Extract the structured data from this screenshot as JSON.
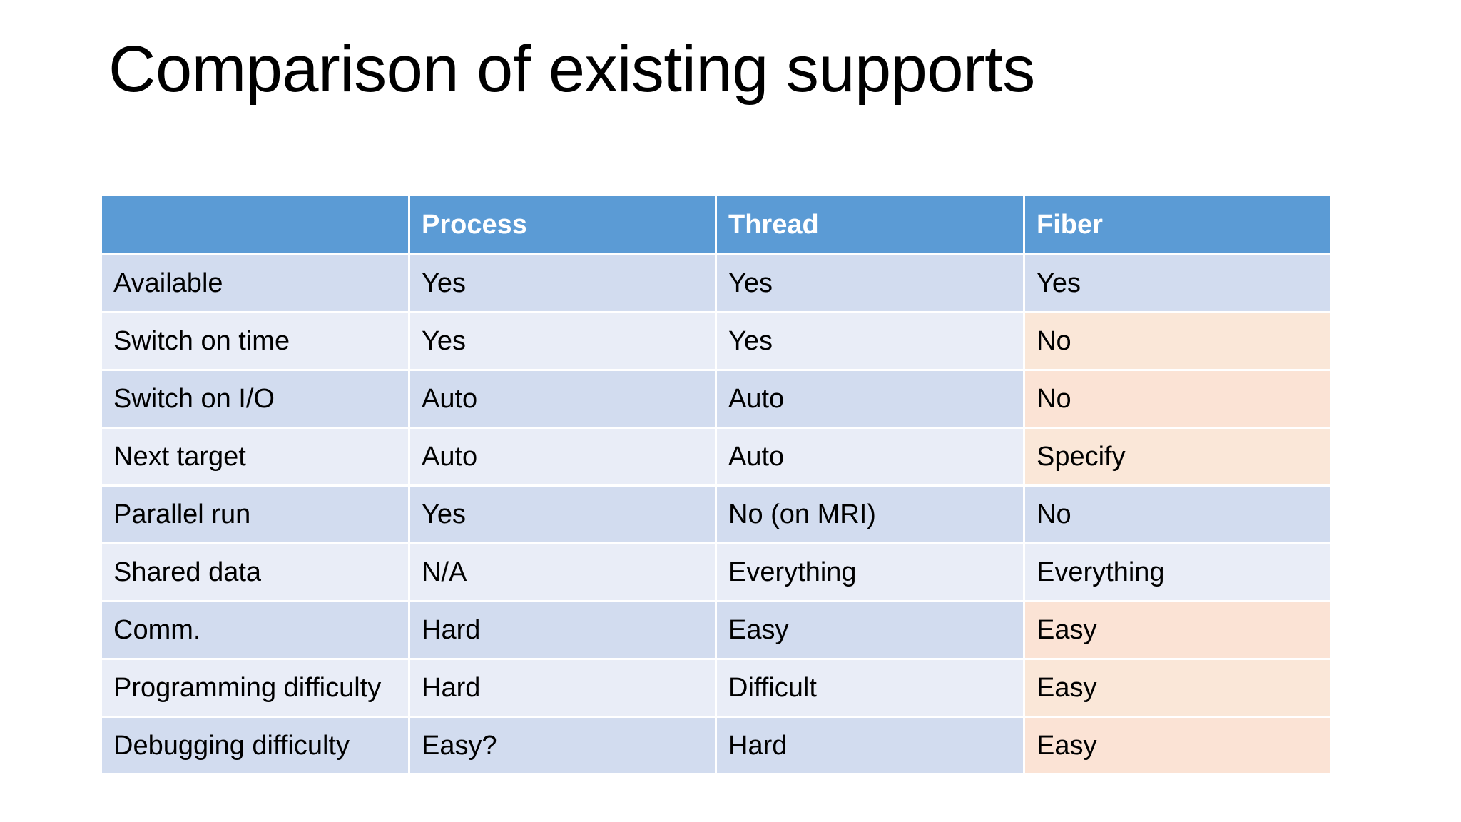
{
  "slide": {
    "title": "Comparison of existing supports"
  },
  "colors": {
    "header_blue": "#5B9BD5",
    "row_band_dark": "#D2DCEF",
    "row_band_light": "#E9EDF7",
    "highlight_peach_dark": "#FBE3D5",
    "highlight_peach_light": "#FAE7D8",
    "text": "#000000",
    "header_text": "#FFFFFF",
    "background": "#FFFFFF"
  },
  "table": {
    "headers": [
      "",
      "Process",
      "Thread",
      "Fiber"
    ],
    "rows": [
      {
        "label": "Available",
        "label_small": false,
        "cells": [
          {
            "text": "Yes",
            "bold": false,
            "highlight": false
          },
          {
            "text": "Yes",
            "bold": false,
            "highlight": false
          },
          {
            "text": "Yes",
            "bold": false,
            "highlight": false
          }
        ]
      },
      {
        "label": "Switch on time",
        "label_small": true,
        "cells": [
          {
            "text": "Yes",
            "bold": false,
            "highlight": false
          },
          {
            "text": "Yes",
            "bold": false,
            "highlight": false
          },
          {
            "text": "No",
            "bold": true,
            "highlight": true
          }
        ]
      },
      {
        "label": "Switch on I/O",
        "label_small": true,
        "cells": [
          {
            "text": "Auto",
            "bold": false,
            "highlight": false
          },
          {
            "text": "Auto",
            "bold": false,
            "highlight": false
          },
          {
            "text": "No",
            "bold": true,
            "highlight": true
          }
        ]
      },
      {
        "label": "Next target",
        "label_small": false,
        "cells": [
          {
            "text": "Auto",
            "bold": false,
            "highlight": false
          },
          {
            "text": "Auto",
            "bold": false,
            "highlight": false
          },
          {
            "text": "Specify",
            "bold": true,
            "highlight": true
          }
        ]
      },
      {
        "label": "Parallel run",
        "label_small": false,
        "cells": [
          {
            "text": "Yes",
            "bold": true,
            "highlight": false
          },
          {
            "text": "No (on MRI)",
            "bold": false,
            "highlight": false
          },
          {
            "text": "No",
            "bold": false,
            "highlight": false
          }
        ]
      },
      {
        "label": "Shared data",
        "label_small": false,
        "cells": [
          {
            "text": "N/A",
            "bold": true,
            "highlight": false
          },
          {
            "text": "Everything",
            "bold": false,
            "highlight": false
          },
          {
            "text": "Everything",
            "bold": false,
            "highlight": false
          }
        ]
      },
      {
        "label": "Comm.",
        "label_small": false,
        "cells": [
          {
            "text": "Hard",
            "bold": false,
            "highlight": false
          },
          {
            "text": "Easy",
            "bold": true,
            "highlight": false
          },
          {
            "text": "Easy",
            "bold": true,
            "highlight": true
          }
        ]
      },
      {
        "label": "Programming difficulty",
        "label_small": true,
        "cells": [
          {
            "text": "Hard",
            "bold": false,
            "highlight": false
          },
          {
            "text": "Difficult",
            "bold": false,
            "highlight": false
          },
          {
            "text": "Easy",
            "bold": true,
            "highlight": true
          }
        ]
      },
      {
        "label": "Debugging difficulty",
        "label_small": true,
        "cells": [
          {
            "text": "Easy?",
            "bold": false,
            "highlight": false
          },
          {
            "text": "Hard",
            "bold": false,
            "highlight": false
          },
          {
            "text": "Easy",
            "bold": true,
            "highlight": true
          }
        ]
      }
    ]
  }
}
